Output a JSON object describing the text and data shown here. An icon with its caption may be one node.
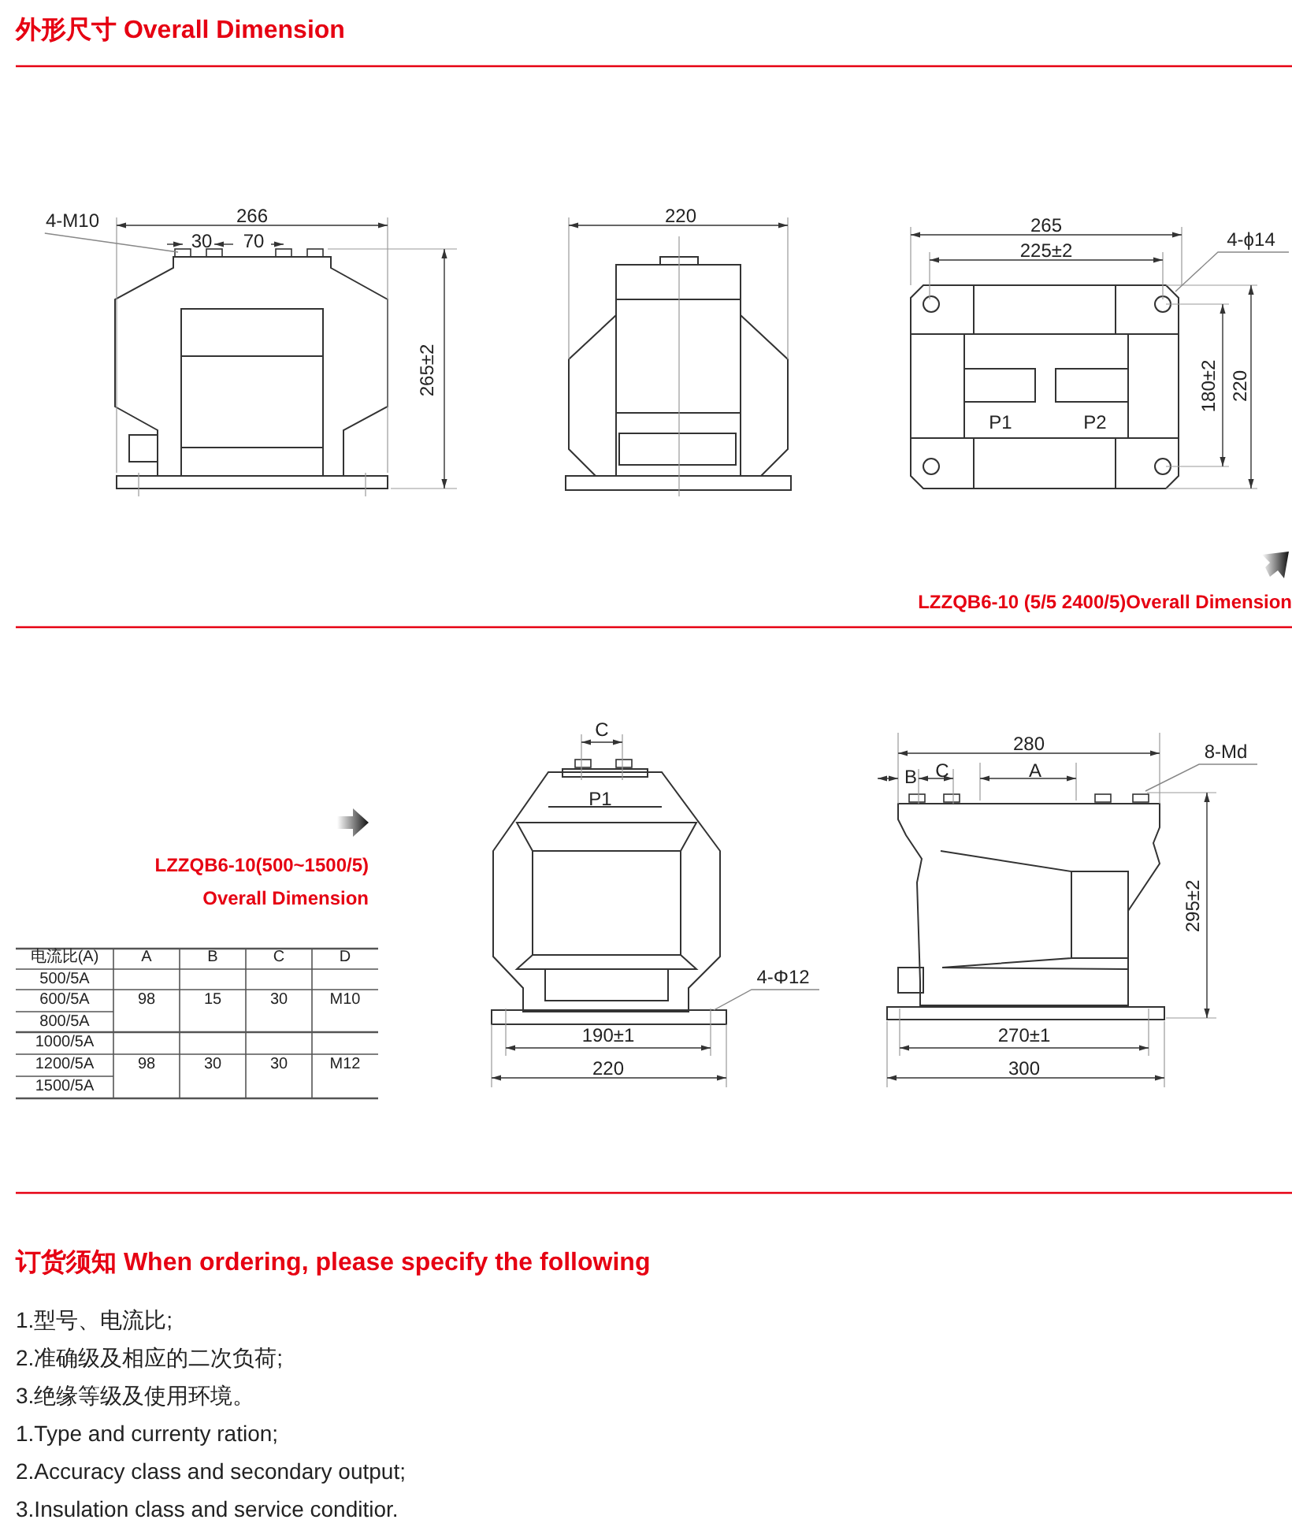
{
  "diagram": {
    "title": "外形尺寸 Overall Dimension",
    "nodes": [
      {
        "text": [
          "4-M10"
        ]
      },
      {
        "text": [
          "4-ϕ14"
        ]
      },
      {
        "text": [
          "4-Φ12"
        ]
      },
      {
        "text": [
          "8-Md"
        ]
      }
    ],
    "edges": [
      {
        "from": 0,
        "to": null,
        "arrow": "none"
      },
      {
        "from": 1,
        "to": null,
        "arrow": "none"
      },
      {
        "from": 2,
        "to": null,
        "arrow": "none"
      },
      {
        "from": 3,
        "to": null,
        "arrow": "none"
      }
    ],
    "labels": [
      "266",
      "30",
      "70",
      "265±2",
      "220",
      "265",
      "225±2",
      "P1",
      "P2",
      "180±2",
      "220",
      "LZZQB6-10 (5/5 2400/5)Overall Dimension",
      "C",
      "P1",
      "LZZQB6-10(500~1500/5)",
      "Overall Dimension",
      "电流比(A)",
      "A",
      "B",
      "C",
      "D",
      "500/5A",
      "600/5A",
      "98",
      "15",
      "30",
      "M10",
      "800/5A",
      "1000/5A",
      "1200/5A",
      "98",
      "30",
      "30",
      "M12",
      "1500/5A",
      "190±1",
      "220",
      "280",
      "B",
      "C",
      "A",
      "295±2",
      "270±1",
      "300",
      "订货须知 When ordering, please specify the following",
      "1.型号、电流比;",
      "2.准确级及相应的二次负荷;",
      "3.绝缘等级及使用环境。",
      "1.Type and currenty ration;",
      "2.Accuracy class and secondary output;",
      "3.Insulation class and service conditior."
    ]
  }
}
